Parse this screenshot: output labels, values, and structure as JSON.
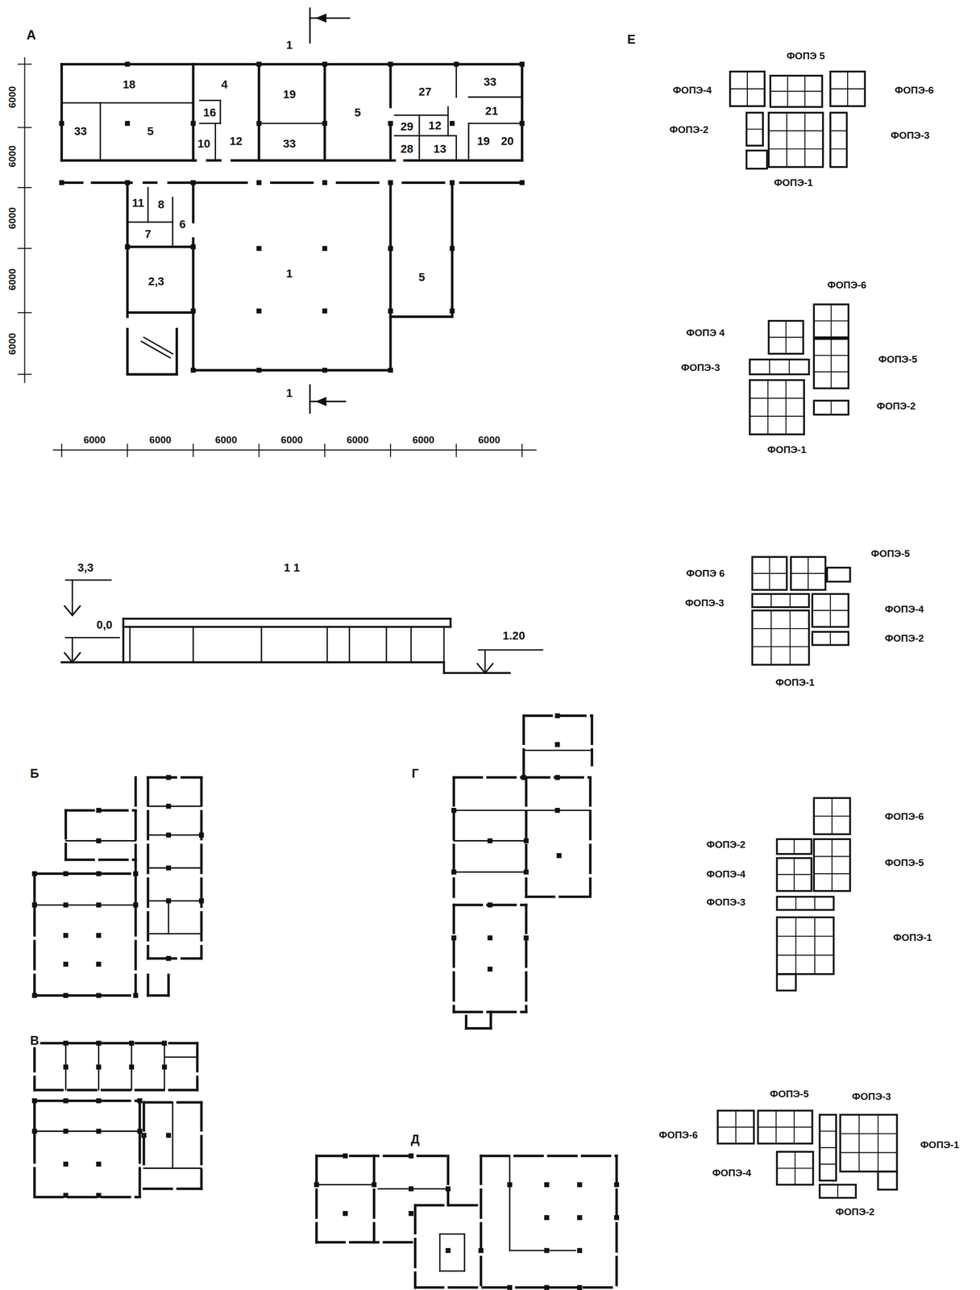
{
  "diagram": {
    "labels": [
      "А",
      "1",
      "6000",
      "6000",
      "6000",
      "6000",
      "6000",
      "18",
      "4",
      "19",
      "5",
      "27",
      "33",
      "33",
      "5",
      "16",
      "21",
      "10",
      "12",
      "33",
      "29",
      "12",
      "28",
      "13",
      "19",
      "20",
      "11",
      "8",
      "6",
      "7",
      "2,3",
      "1",
      "5",
      "1",
      "6000",
      "6000",
      "6000",
      "6000",
      "6000",
      "6000",
      "6000",
      "1 1",
      "3,3",
      "0,0",
      "1.20",
      "Б",
      "В",
      "Г",
      "Д",
      "Е",
      "ФОПЭ 5",
      "ФОПЭ-4",
      "ФОПЭ-6",
      "ФОПЭ-2",
      "ФОПЭ-3",
      "ФОПЭ-1",
      "ФОПЭ-6",
      "ФОПЭ 4",
      "ФОПЭ-3",
      "ФОПЭ-5",
      "ФОПЭ-2",
      "ФОПЭ-1",
      "ФОПЭ-5",
      "ФОПЭ 6",
      "ФОПЭ-3",
      "ФОПЭ-4",
      "ФОПЭ-2",
      "ФОПЭ-1",
      "ФОПЭ-6",
      "ФОПЭ-2",
      "ФОПЭ-5",
      "ФОПЭ-4",
      "ФОПЭ-3",
      "ФОПЭ-1",
      "ФОПЭ-5",
      "ФОПЭ-3",
      "ФОПЭ-6",
      "ФОПЭ-1",
      "ФОПЭ-4",
      "ФОПЭ-2"
    ]
  }
}
